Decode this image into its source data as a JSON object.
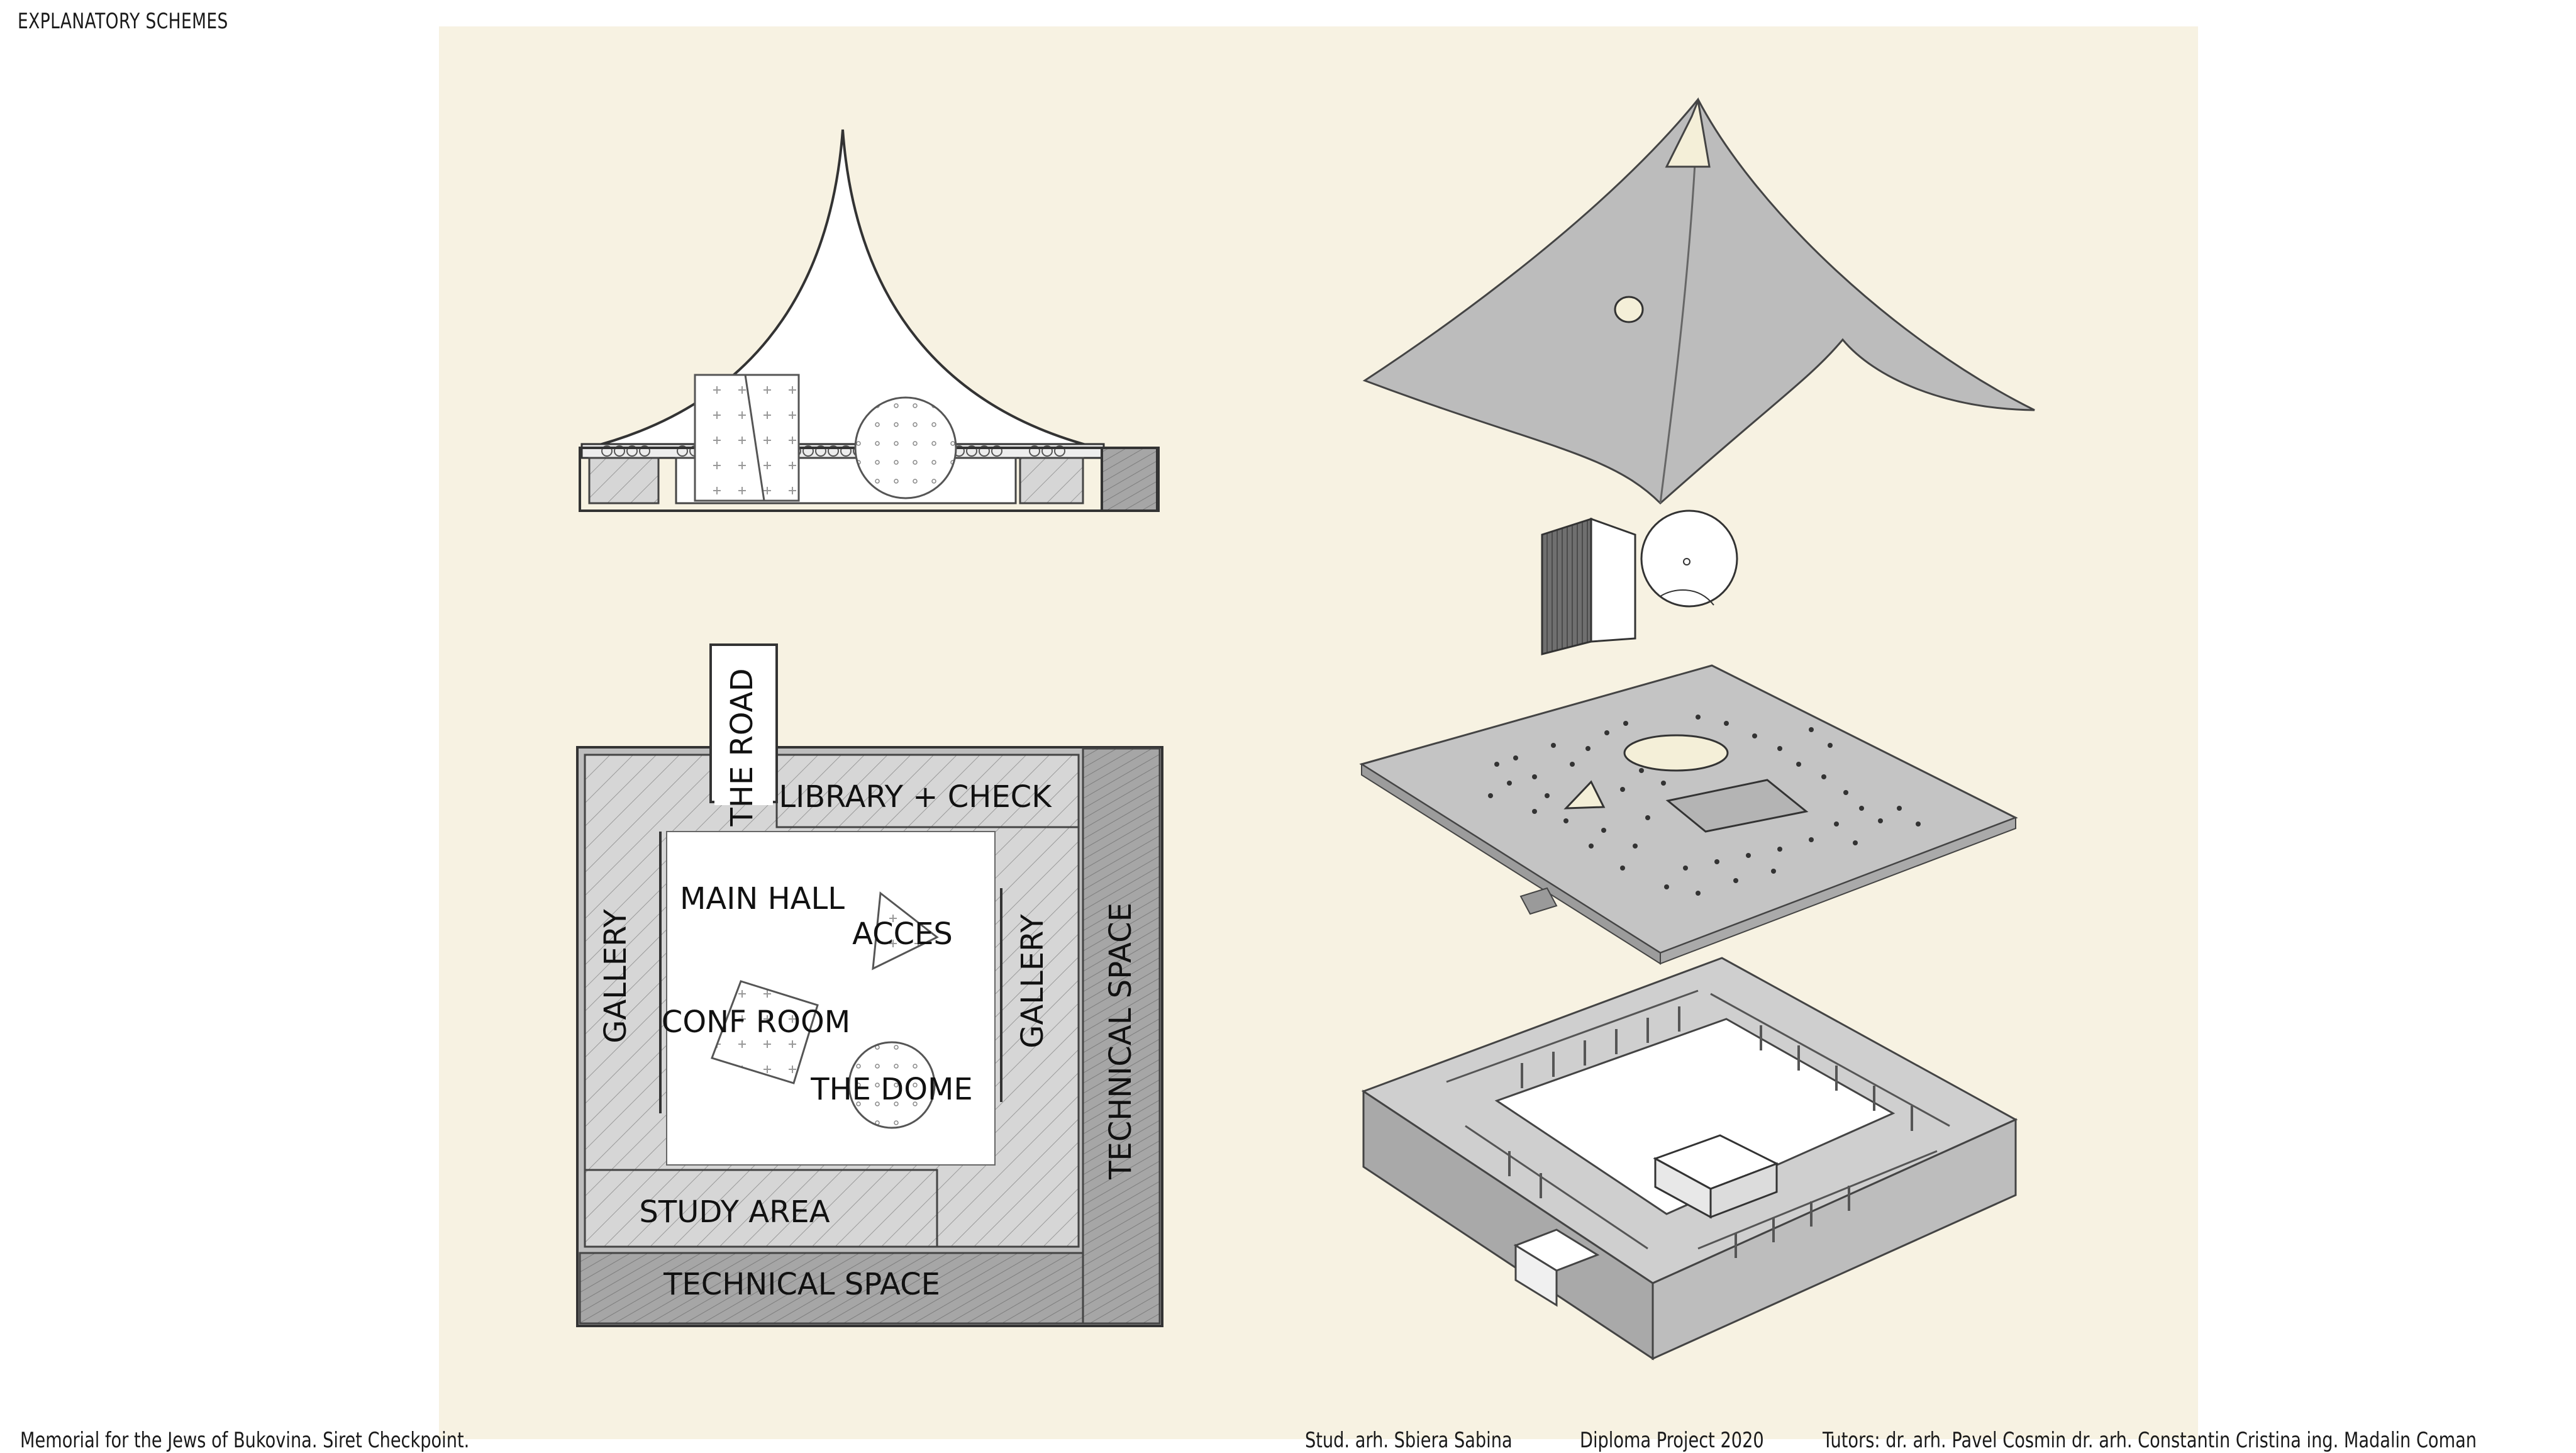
{
  "header": {
    "title": "EXPLANATORY SCHEMES"
  },
  "plan_labels": {
    "road": "THE ROAD",
    "library": "LIBRARY + CHECK",
    "main_hall": "MAIN HALL",
    "acces": "ACCES",
    "gallery_left": "GALLERY",
    "gallery_right": "GALLERY",
    "technical_right": "TECHNICAL SPACE",
    "conf_room": "CONF ROOM",
    "dome": "THE DOME",
    "study": "STUDY AREA",
    "technical_bottom": "TECHNICAL SPACE"
  },
  "footer": {
    "project": "Memorial for the Jews of Bukovina.  Siret  Checkpoint.",
    "student": "Stud. arh. Sbiera Sabina",
    "diploma": "Diploma Project 2020",
    "tutors": "Tutors: dr. arh. Pavel Cosmin   dr. arh. Constantin Cristina    ing. Madalin Coman"
  },
  "colors": {
    "panel_bg": "#f7f2e2",
    "concrete_light": "#c8c8c8",
    "concrete_mid": "#b4b4b4",
    "concrete_dark": "#8f8f8f",
    "line": "#444444"
  }
}
